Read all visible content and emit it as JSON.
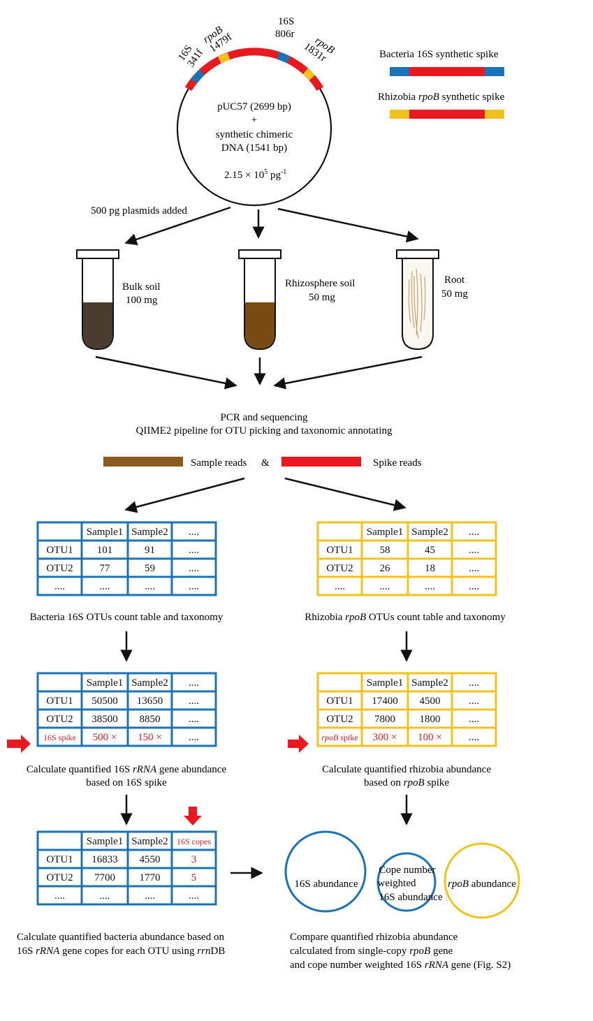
{
  "plasmid": {
    "line1": "pUC57 (2699 bp)",
    "plus": "+",
    "line2": "synthetic chimeric",
    "line3": "DNA (1541 bp)",
    "conc_base": "2.15 × 10",
    "conc_exp": "5",
    "conc_unit": " pg",
    "conc_unit_exp": "-1",
    "labels": {
      "s16_341f_a": "16S",
      "s16_341f_b": "341f",
      "rpob_1479f_a": "rpoB",
      "rpob_1479f_b": "1479f",
      "s16_806r_a": "16S",
      "s16_806r_b": "806r",
      "rpob_1831r_a": "rpoB",
      "rpob_1831r_b": "1831r"
    }
  },
  "legend": {
    "bacteria_prefix": "Bacteria 16S synthetic spike",
    "rhizobia_prefix": "Rhizobia ",
    "rhizobia_italic": "rpoB",
    "rhizobia_suffix": " synthetic spike"
  },
  "plasmids_added": "500 pg plasmids added",
  "tubes": [
    {
      "name": "Bulk soil",
      "amount": "100 mg"
    },
    {
      "name": "Rhizosphere soil",
      "amount": "50 mg"
    },
    {
      "name": "Root",
      "amount": "50 mg"
    }
  ],
  "pcr": {
    "line1": "PCR and sequencing",
    "line2": "QIIME2 pipeline for OTU picking and taxonomic annotating"
  },
  "reads": {
    "sample": "Sample reads",
    "amp": "&",
    "spike": "Spike reads"
  },
  "tables": {
    "t16s_1": {
      "header": [
        "",
        "Sample1",
        "Sample2",
        "...."
      ],
      "rows": [
        [
          "OTU1",
          "101",
          "91",
          "...."
        ],
        [
          "OTU2",
          "77",
          "59",
          "...."
        ],
        [
          "....",
          "....",
          "....",
          "...."
        ]
      ],
      "caption": "Bacteria 16S OTUs count table and taxonomy"
    },
    "trpob_1": {
      "header": [
        "",
        "Sample1",
        "Sample2",
        "...."
      ],
      "rows": [
        [
          "OTU1",
          "58",
          "45",
          "...."
        ],
        [
          "OTU2",
          "26",
          "18",
          "...."
        ],
        [
          "....",
          "....",
          "....",
          "...."
        ]
      ],
      "caption_a": "Rhizobia ",
      "caption_it": "rpoB",
      "caption_b": " OTUs count table and taxonomy"
    },
    "t16s_2": {
      "header": [
        "",
        "Sample1",
        "Sample2",
        "...."
      ],
      "rows": [
        [
          "OTU1",
          "50500",
          "13650",
          "...."
        ],
        [
          "OTU2",
          "38500",
          "8850",
          "...."
        ],
        [
          "16S spike",
          "500 ×",
          "150 ×",
          "...."
        ]
      ],
      "caption_l1a": "Calculate quantified 16S ",
      "caption_l1it": "rRNA",
      "caption_l1b": " gene abundance",
      "caption_l2": "based on 16S spike"
    },
    "trpob_2": {
      "header": [
        "",
        "Sample1",
        "Sample2",
        "...."
      ],
      "rows": [
        [
          "OTU1",
          "17400",
          "4500",
          "...."
        ],
        [
          "OTU2",
          "7800",
          "1800",
          "...."
        ],
        [
          "rpoB spike",
          "300 ×",
          "100 ×",
          "...."
        ]
      ],
      "caption_l1": "Calculate quantified rhizobia abundance",
      "caption_l2a": "based on ",
      "caption_l2it": "rpoB",
      "caption_l2b": " spike"
    },
    "t16s_3": {
      "header": [
        "",
        "Sample1",
        "Sample2",
        "16S copes"
      ],
      "rows": [
        [
          "OTU1",
          "16833",
          "4550",
          "3"
        ],
        [
          "OTU2",
          "7700",
          "1770",
          "5"
        ],
        [
          "....",
          "....",
          "....",
          "...."
        ]
      ],
      "caption_l1": "Calculate quantified bacteria abundance based on",
      "caption_l2a": "16S ",
      "caption_l2it1": "rRNA",
      "caption_l2b": " gene copes for each OTU using ",
      "caption_l2it2": "rrn",
      "caption_l2c": "DB"
    }
  },
  "circles": {
    "c1": "16S abundance",
    "c2_l1": "Cope number",
    "c2_l2": "weighted",
    "c2_l3": "16S abundance",
    "c3_it": "rpoB",
    "c3_rest": " abundance"
  },
  "compare": {
    "l1": "Compare quantified rhizobia abundance",
    "l2a": "calculated from single-copy ",
    "l2it": "rpoB",
    "l2b": " gene",
    "l3a": "and cope number weighted 16S ",
    "l3it": "rRNA",
    "l3b": " gene (Fig. S2)"
  },
  "colors": {
    "blue": "#1a73b8",
    "yellow": "#f0c21e",
    "red": "#e8191f",
    "brown": "#8b5a1e",
    "dark_soil": "#4a3d30",
    "rhizo_soil": "#7a4a14"
  }
}
